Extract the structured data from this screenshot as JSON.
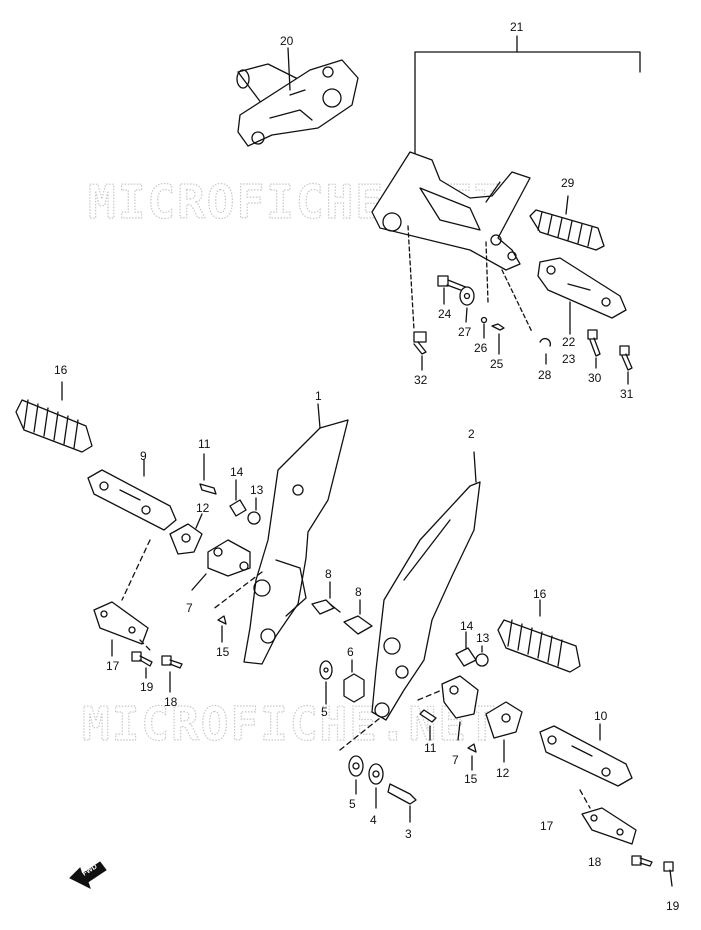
{
  "watermark": {
    "text": "MICROFICHE.NET",
    "color": "#c8c8c8"
  },
  "direction_marker": {
    "label": "FWD"
  },
  "callouts": [
    "20",
    "21",
    "29",
    "24",
    "27",
    "26",
    "25",
    "28",
    "22",
    "23",
    "30",
    "31",
    "32",
    "16",
    "9",
    "11",
    "14",
    "13",
    "12",
    "1",
    "2",
    "7",
    "8",
    "6",
    "5",
    "15",
    "17",
    "19",
    "18",
    "3",
    "4",
    "10"
  ],
  "line_color": "#111111"
}
